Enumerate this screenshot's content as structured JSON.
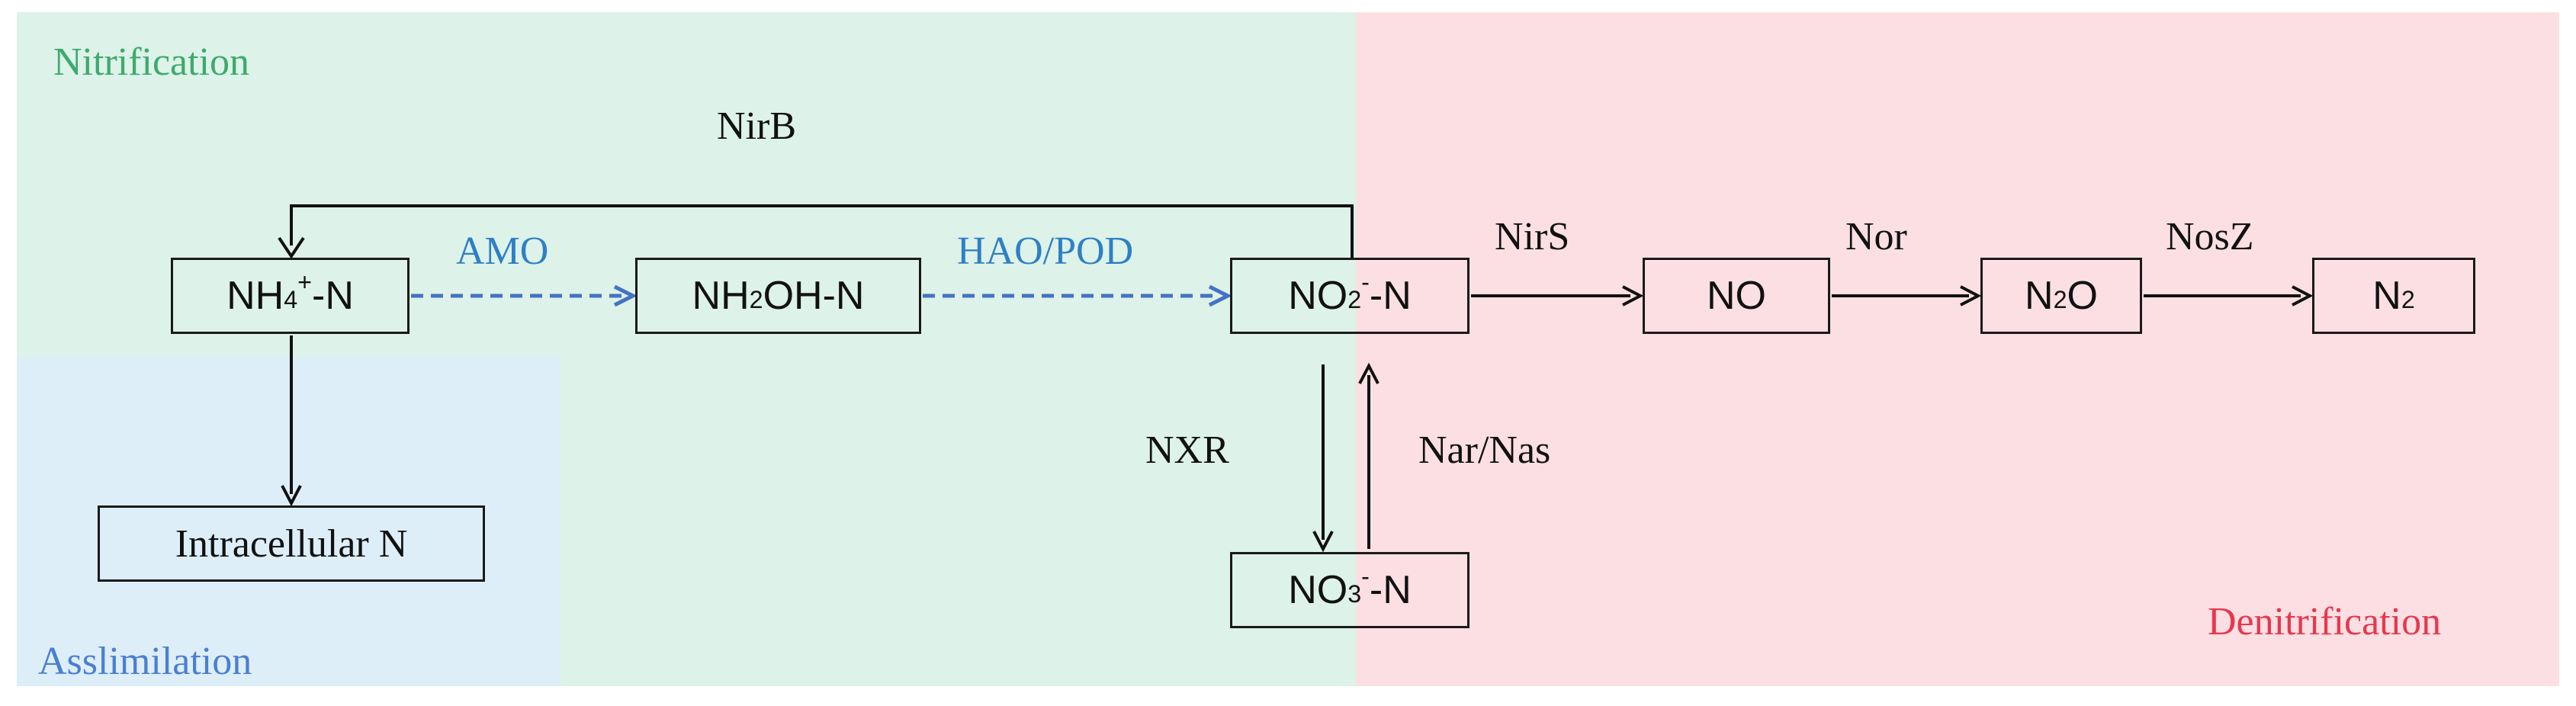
{
  "colors": {
    "nitrification_bg": "#ddf2e8",
    "assimilation_bg": "#ddeef8",
    "denitrification_bg": "#fcdfe3",
    "nitrification_text": "#3daa6e",
    "assimilation_text": "#4a7fd1",
    "denitrification_text": "#e8374d",
    "dashed_arrow": "#4472c4",
    "dashed_label": "#2e7fc5",
    "solid_arrow": "#111111",
    "text": "#111111"
  },
  "regions": {
    "nitrification": "Nitrification",
    "assimilation": "Asslimilation",
    "denitrification": "Denitrification"
  },
  "nodes": {
    "nh4": {
      "base": "NH",
      "sub": "4",
      "sup": "+",
      "suffix": "-N"
    },
    "nh2oh": {
      "base": "NH",
      "sub": "2",
      "suffix": "OH-N"
    },
    "no2": {
      "base": "NO",
      "sub": "2",
      "sup": "-",
      "suffix": "-N"
    },
    "no": {
      "label": "NO"
    },
    "n2o": {
      "base": "N",
      "sub": "2",
      "suffix": "O"
    },
    "n2": {
      "base": "N",
      "sub": "2"
    },
    "no3": {
      "base": "NO",
      "sub": "3",
      "sup": "-",
      "suffix": "-N"
    },
    "intracellular": {
      "label": "Intracellular N"
    }
  },
  "enzymes": {
    "nirb": "NirB",
    "amo": "AMO",
    "hao_pod": "HAO/POD",
    "nirs": "NirS",
    "nor": "Nor",
    "nosz": "NosZ",
    "nxr": "NXR",
    "nar_nas": "Nar/Nas"
  },
  "edges": [
    {
      "from": "nh4",
      "to": "nh2oh",
      "enzyme": "AMO",
      "style": "dashed"
    },
    {
      "from": "nh2oh",
      "to": "no2",
      "enzyme": "HAO/POD",
      "style": "dashed"
    },
    {
      "from": "no2",
      "to": "nh4",
      "enzyme": "NirB",
      "style": "solid"
    },
    {
      "from": "no2",
      "to": "no",
      "enzyme": "NirS",
      "style": "solid"
    },
    {
      "from": "no",
      "to": "n2o",
      "enzyme": "Nor",
      "style": "solid"
    },
    {
      "from": "n2o",
      "to": "n2",
      "enzyme": "NosZ",
      "style": "solid"
    },
    {
      "from": "no2",
      "to": "no3",
      "enzyme": "NXR",
      "style": "solid"
    },
    {
      "from": "no3",
      "to": "no2",
      "enzyme": "Nar/Nas",
      "style": "solid"
    },
    {
      "from": "nh4",
      "to": "intracellular",
      "enzyme": "",
      "style": "solid"
    }
  ]
}
